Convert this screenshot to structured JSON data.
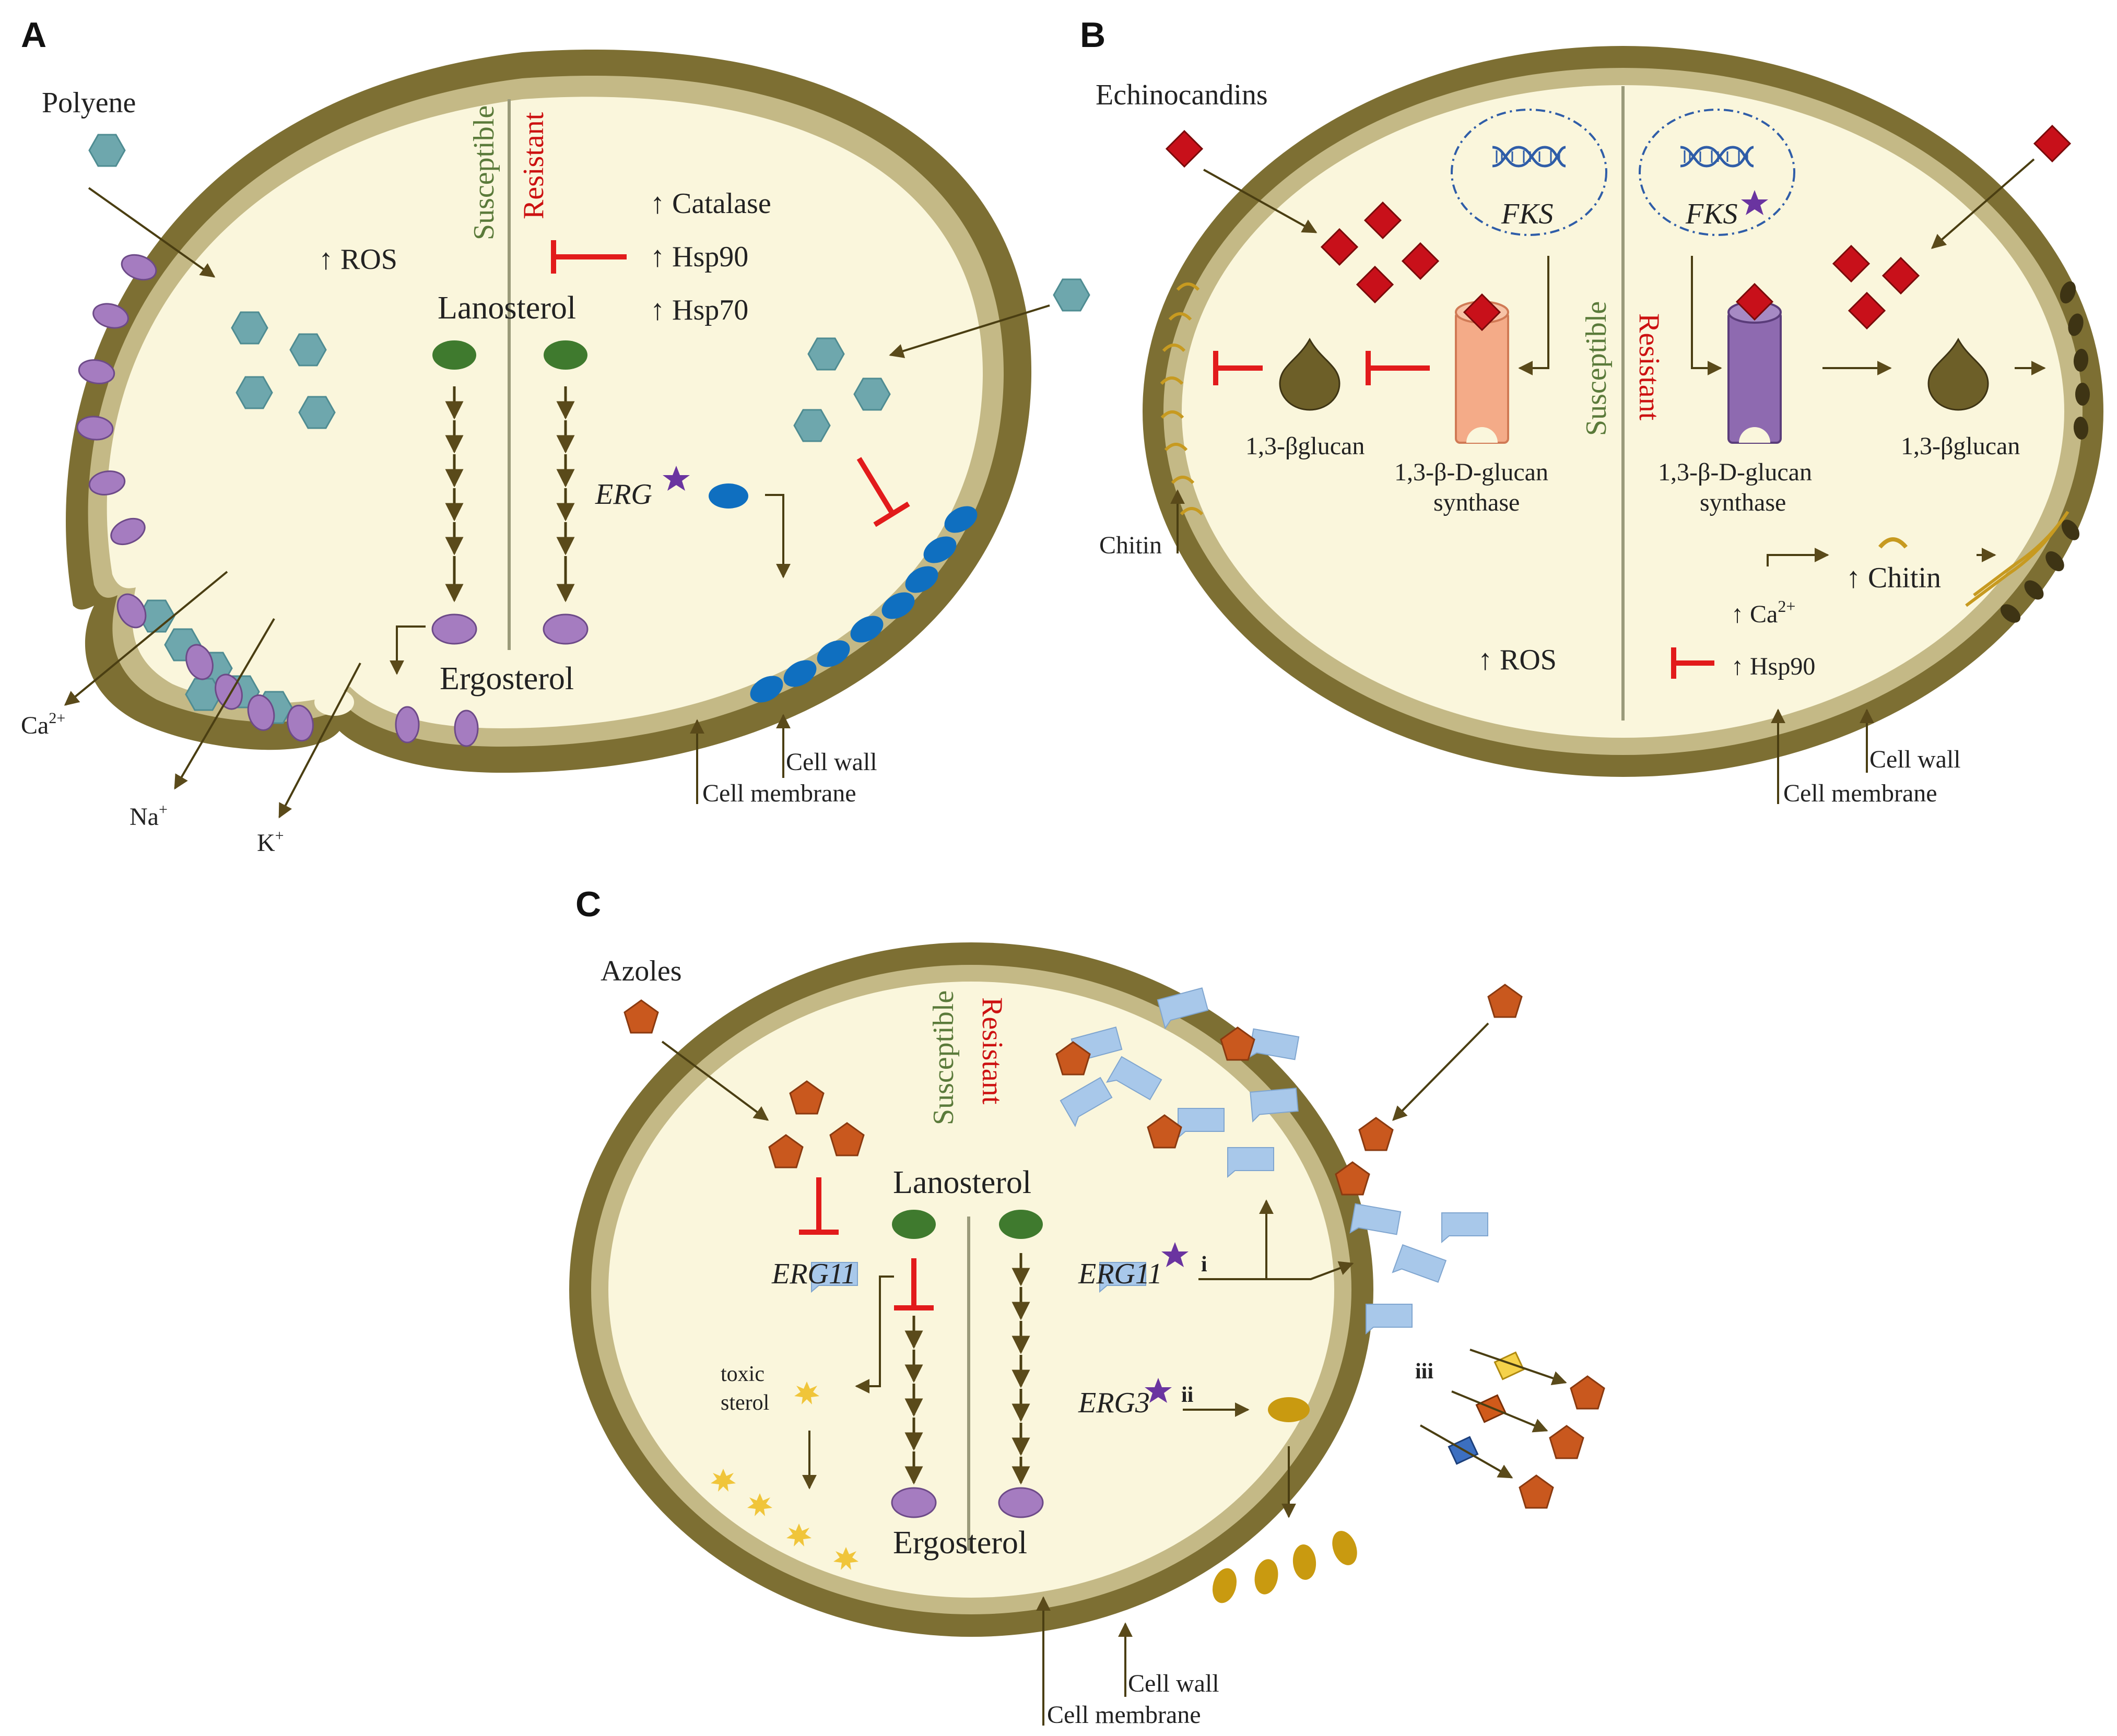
{
  "panels": {
    "a": {
      "letter": "A",
      "drug": "Polyene",
      "susceptible": "Susceptible",
      "resistant": "Resistant",
      "ros": "↑ ROS",
      "catalase": "↑ Catalase",
      "hsp90": "↑ Hsp90",
      "hsp70": "↑ Hsp70",
      "lanosterol": "Lanosterol",
      "ergosterol": "Ergosterol",
      "erg": "ERG",
      "ca": "Ca",
      "ca_sup": "2+",
      "na": "Na",
      "na_sup": "+",
      "k": "K",
      "k_sup": "+",
      "cell_wall": "Cell wall",
      "cell_membrane": "Cell membrane"
    },
    "b": {
      "letter": "B",
      "drug": "Echinocandins",
      "susceptible": "Susceptible",
      "resistant": "Resistant",
      "fks_left": "FKS",
      "fks_right": "FKS",
      "glucan_left": "1,3-βglucan",
      "glucan_right": "1,3-βglucan",
      "synthase_left_l1": "1,3-β-D-glucan",
      "synthase_left_l2": "synthase",
      "synthase_right_l1": "1,3-β-D-glucan",
      "synthase_right_l2": "synthase",
      "chitin_left": "Chitin",
      "chitin_up": "↑ Chitin",
      "ca": "↑ Ca",
      "ca_sup": "2+",
      "hsp90": "↑ Hsp90",
      "ros": "↑ ROS",
      "cell_wall": "Cell wall",
      "cell_membrane": "Cell membrane"
    },
    "c": {
      "letter": "C",
      "drug": "Azoles",
      "susceptible": "Susceptible",
      "resistant": "Resistant",
      "lanosterol": "Lanosterol",
      "ergosterol": "Ergosterol",
      "erg11_left": "ERG11",
      "erg11_right": "ERG11",
      "erg3": "ERG3",
      "toxic_l1": "toxic",
      "toxic_l2": "sterol",
      "i": "i",
      "ii": "ii",
      "iii": "iii",
      "cell_wall": "Cell wall",
      "cell_membrane": "Cell membrane"
    }
  },
  "colors": {
    "cell_wall": "#7d6f33",
    "cell_membrane": "#c4b986",
    "cytoplasm": "#faf6dc",
    "polyene": "#6ea7ad",
    "ergosterol": "#a57cc0",
    "lanosterol": "#3f7a2e",
    "erg_mutant": "#0f6fc0",
    "echinocandin": "#c8101a",
    "azole": "#c9581e",
    "erg11_enzyme": "#a8c8ea",
    "inhibit": "#e21b1b",
    "mutation_star": "#6a34a0"
  }
}
